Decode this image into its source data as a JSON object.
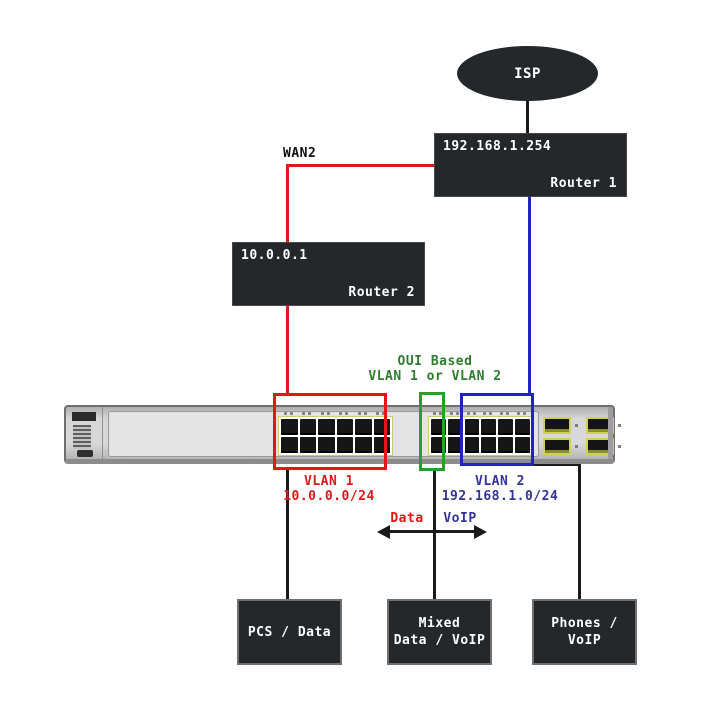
{
  "colors": {
    "red": "#e01717",
    "blue": "#2222c0",
    "blue_text": "#333399",
    "green": "#28a028",
    "green_text": "#2d7d2d",
    "black": "#1a1a1a",
    "dark": "#24282b",
    "dark_border": "#44484c",
    "gray_border": "#6f6f6f"
  },
  "nodes": {
    "isp": {
      "label": "ISP"
    },
    "router1": {
      "ip": "192.168.1.254",
      "name": "Router 1"
    },
    "router2": {
      "ip": "10.0.0.1",
      "name": "Router 2"
    },
    "pcs": {
      "label": "PCS / Data"
    },
    "mixed": {
      "line1": "Mixed",
      "line2": "Data / VoIP"
    },
    "phones": {
      "label": "Phones / VoIP"
    }
  },
  "links": {
    "wan2_label": "WAN2"
  },
  "vlans": {
    "vlan1": {
      "title": "VLAN 1",
      "subnet": "10.0.0.0/24"
    },
    "vlan2": {
      "title": "VLAN 2",
      "subnet": "192.168.1.0/24"
    },
    "oui": {
      "line1": "OUI Based",
      "line2": "VLAN 1 or VLAN 2"
    }
  },
  "arrow": {
    "left_label": "Data",
    "right_label": "VoIP"
  },
  "switch": {
    "port_groups": 2,
    "columns_per_group": 6,
    "rows": 2,
    "sfp_ports": 4
  }
}
